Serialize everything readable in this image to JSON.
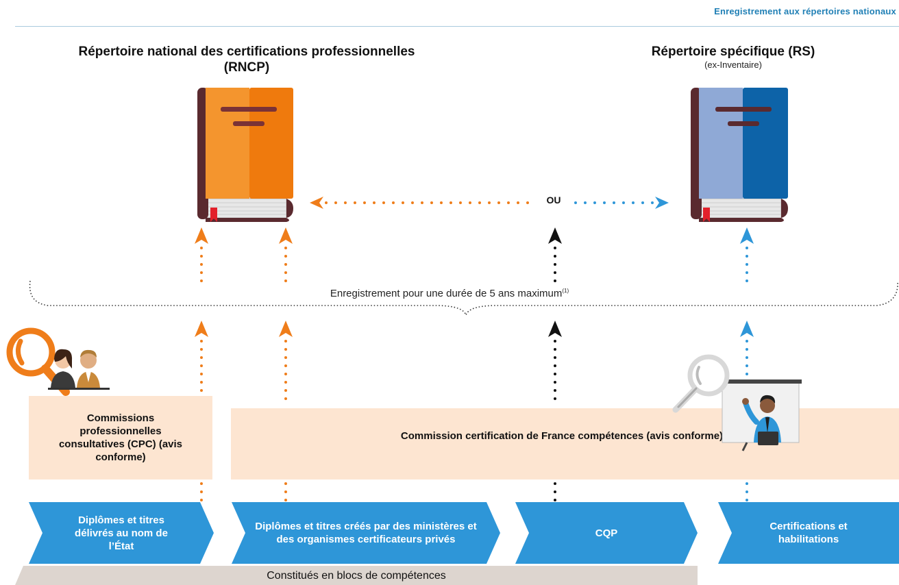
{
  "header": {
    "title": "Enregistrement aux répertoires nationaux"
  },
  "left_repo": {
    "title": "Répertoire national des certifications professionnelles (RNCP)"
  },
  "right_repo": {
    "title": "Répertoire spécifique (RS)",
    "subtitle": "(ex-Inventaire)"
  },
  "connector": {
    "label": "OU"
  },
  "duration": {
    "text": "Enregistrement pour une durée de 5 ans maximum",
    "footnote": "(1)"
  },
  "boxes": {
    "cpc": "Commissions professionnelles consultatives (CPC) (avis conforme)",
    "fc": "Commission certification de France compétences (avis conforme)"
  },
  "categories": [
    {
      "label": "Diplômes et titres délivrés au nom de l’État"
    },
    {
      "label": "Diplômes et titres créés par des ministères et des organismes certificateurs privés"
    },
    {
      "label": "CQP"
    },
    {
      "label": "Certifications et habilitations"
    }
  ],
  "bottom": {
    "text": "Constitués en blocs de compétences"
  },
  "colors": {
    "orange": "#ef7d1a",
    "blue": "#2e96d8",
    "black": "#111111",
    "peach": "#fde5d1",
    "book_orange": "#f4952e",
    "book_blue": "#8fa9d6"
  }
}
